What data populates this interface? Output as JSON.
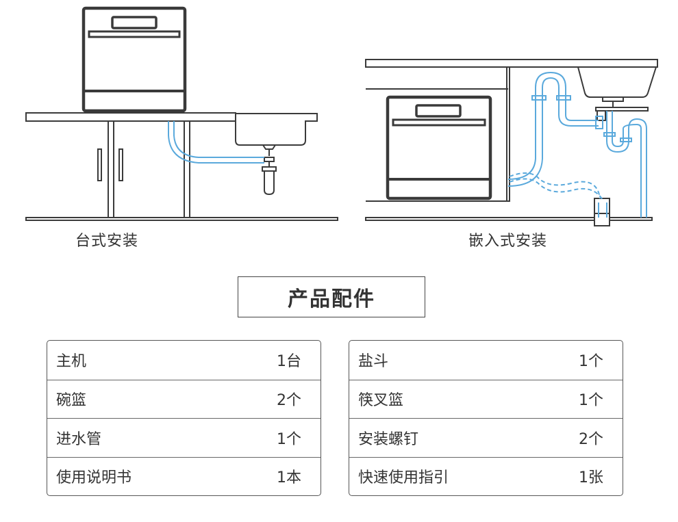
{
  "captions": {
    "countertop": "台式安装",
    "built_in": "嵌入式安装"
  },
  "section_title": "产品配件",
  "accessories_left": [
    {
      "name": "主机",
      "qty": "1台"
    },
    {
      "name": "碗篮",
      "qty": "2个"
    },
    {
      "name": "进水管",
      "qty": "1个"
    },
    {
      "name": "使用说明书",
      "qty": "1本"
    }
  ],
  "accessories_right": [
    {
      "name": "盐斗",
      "qty": "1个"
    },
    {
      "name": "筷叉篮",
      "qty": "1个"
    },
    {
      "name": "安装螺钉",
      "qty": "2个"
    },
    {
      "name": "快速使用指引",
      "qty": "1张"
    }
  ],
  "colors": {
    "line": "#3a3a3a",
    "hose": "#5aa9dc",
    "background": "#ffffff"
  }
}
